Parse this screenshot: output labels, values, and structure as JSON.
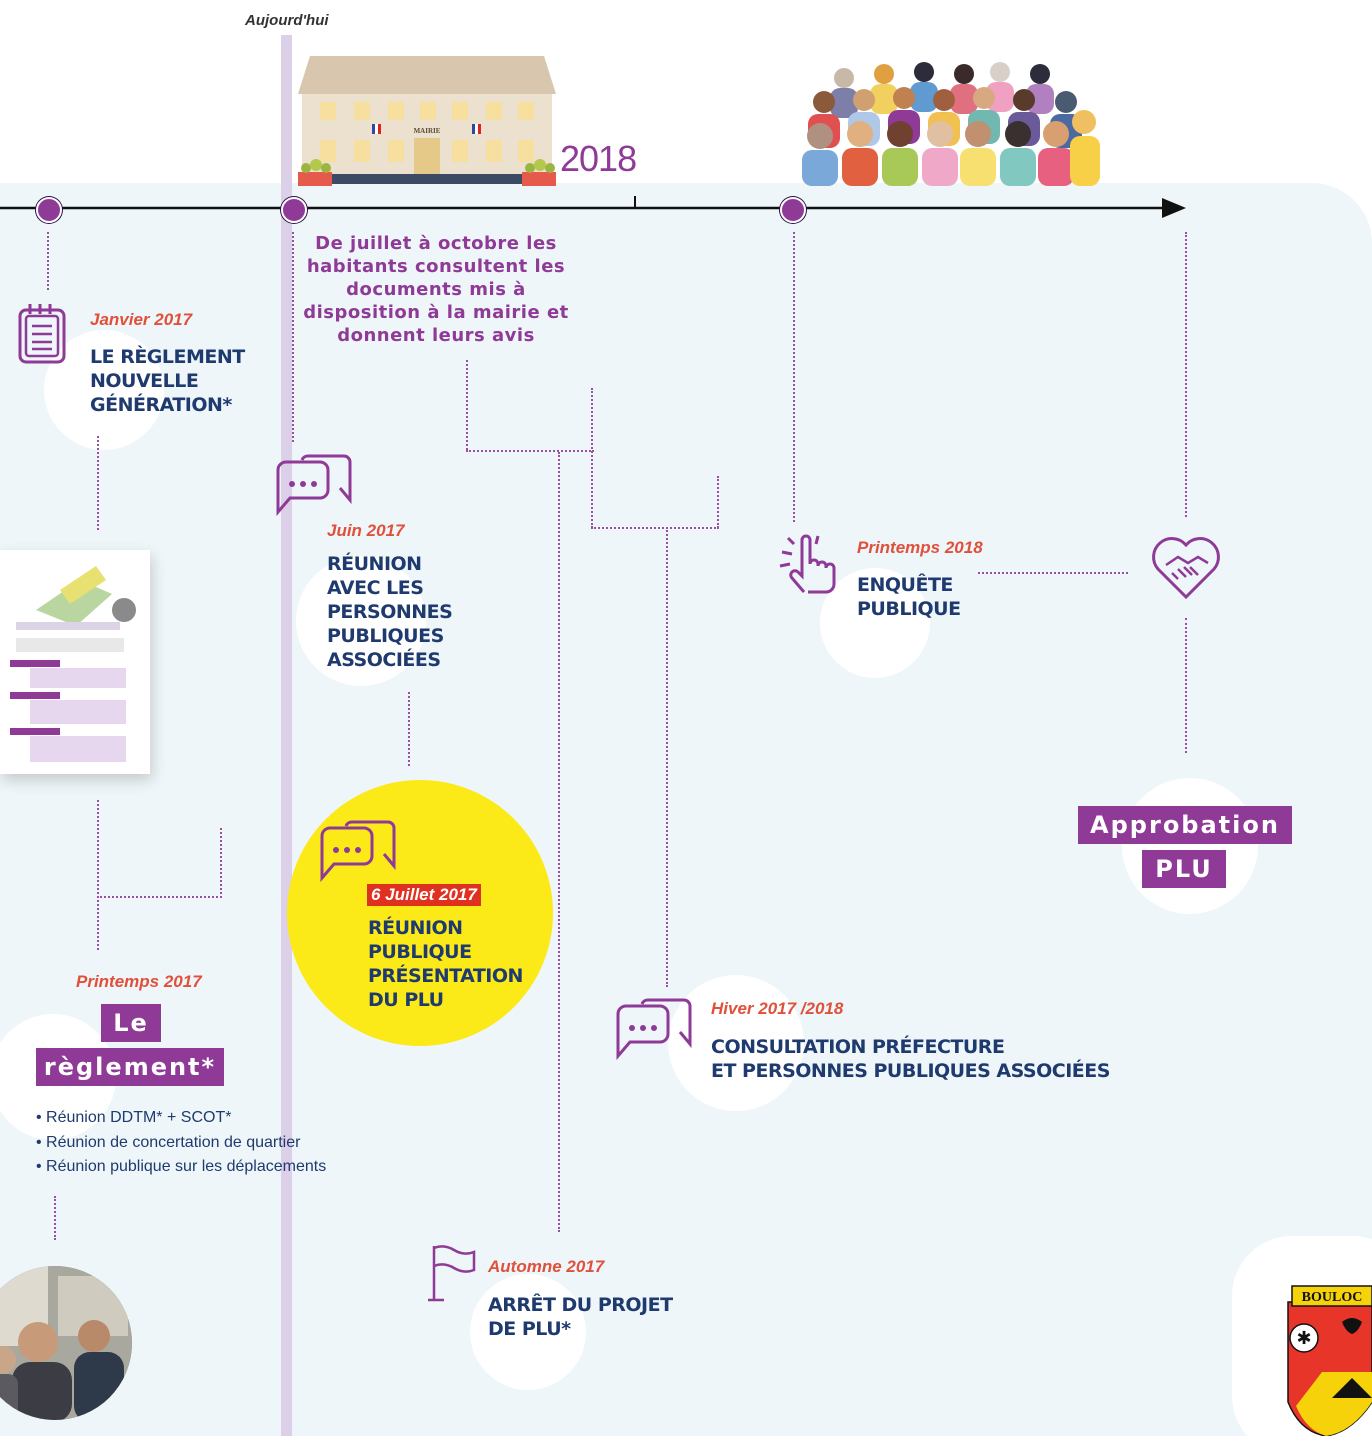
{
  "today_label": "Aujourd'hui",
  "year_label": "2018",
  "mairie_sign": "MAIRIE",
  "consult_text": "De juillet à octobre les habitants consultent les documents mis à disposition à la mairie et donnent leurs avis",
  "events": {
    "janvier": {
      "date": "Janvier 2017",
      "title": "LE RÈGLEMENT\nNOUVELLE\nGÉNÉRATION*"
    },
    "juin": {
      "date": "Juin 2017",
      "title": "RÉUNION\nAVEC LES\nPERSONNES\nPUBLIQUES\nASSOCIÉES"
    },
    "juillet": {
      "date": "6 Juillet 2017",
      "title": "RÉUNION\nPUBLIQUE\nPRÉSENTATION\nDU PLU"
    },
    "printemps2017": {
      "date": "Printemps 2017",
      "tag_line1": "Le",
      "tag_line2": "règlement*",
      "bullets": [
        "Réunion DDTM* + SCOT*",
        "Réunion de concertation de quartier",
        "Réunion publique sur les déplacements"
      ]
    },
    "automne": {
      "date": "Automne 2017",
      "title": "ARRÊT DU PROJET\nDE PLU*"
    },
    "hiver": {
      "date": "Hiver 2017 /2018",
      "title": "CONSULTATION PRÉFECTURE\nET PERSONNES PUBLIQUES ASSOCIÉES"
    },
    "printemps2018": {
      "date": "Printemps 2018",
      "title": "ENQUÊTE\nPUBLIQUE"
    },
    "approbation": {
      "line1": "Approbation",
      "line2": "PLU"
    }
  },
  "logo_text": "BOULOC",
  "colors": {
    "purple": "#8e3a96",
    "navy": "#1e3a6e",
    "orange": "#e0503a",
    "yellow": "#fce918",
    "panel": "#eef6f9"
  },
  "icons": [
    "notepad-icon",
    "chat-bubble-icon",
    "flag-icon",
    "raised-hand-icon",
    "handshake-icon",
    "town-hall-illustration",
    "crowd-illustration",
    "crest-logo"
  ]
}
